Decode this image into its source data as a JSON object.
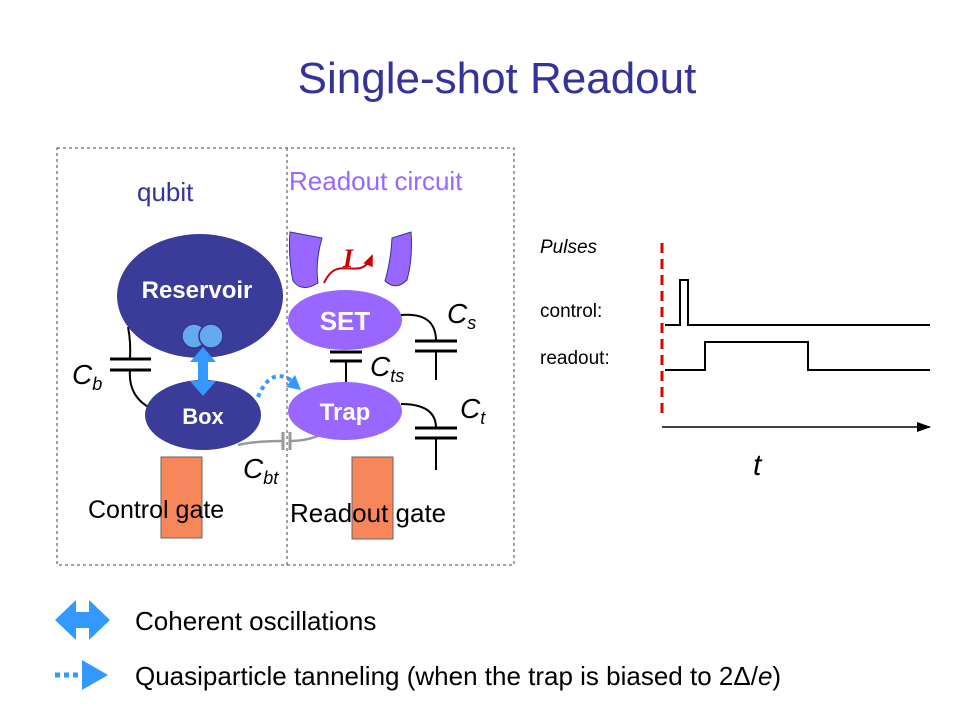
{
  "title": "Single-shot Readout",
  "colors": {
    "title": "#333399",
    "qubit": "#333399",
    "readout_circuit": "#9966ff",
    "reservoir": "#3b3b99",
    "box": "#3b3b99",
    "set": "#9966ff",
    "trap": "#9966ff",
    "leads": "#9966ff",
    "cooper_pair": "#66aaee",
    "arrow": "#3399ff",
    "current": "#cc0000",
    "gate": "#f7875a",
    "readout_marker": "#dd0000"
  },
  "qubit_section": {
    "label": "qubit",
    "reservoir": "Reservoir",
    "box": "Box",
    "control_gate": "Control gate"
  },
  "readout_section": {
    "label": "Readout circuit",
    "set": "SET",
    "trap": "Trap",
    "readout_gate": "Readout gate",
    "current": "I"
  },
  "capacitors": {
    "cb": {
      "main": "C",
      "sub": "b"
    },
    "cts": {
      "main": "C",
      "sub": "ts"
    },
    "cs": {
      "main": "C",
      "sub": "s"
    },
    "ct": {
      "main": "C",
      "sub": "t"
    },
    "cbt": {
      "main": "C",
      "sub": "bt"
    }
  },
  "pulses": {
    "title": "Pulses",
    "control": "control:",
    "readout": "readout:",
    "time_axis": "t"
  },
  "legend": {
    "coherent": {
      "icon": "double-arrow-icon",
      "text": "Coherent oscillations"
    },
    "quasiparticle": {
      "icon": "dotted-arrow-icon",
      "before": "Quasiparticle tanneling (when the trap is biased to 2Δ/",
      "italic": "e",
      "after": ")"
    }
  }
}
